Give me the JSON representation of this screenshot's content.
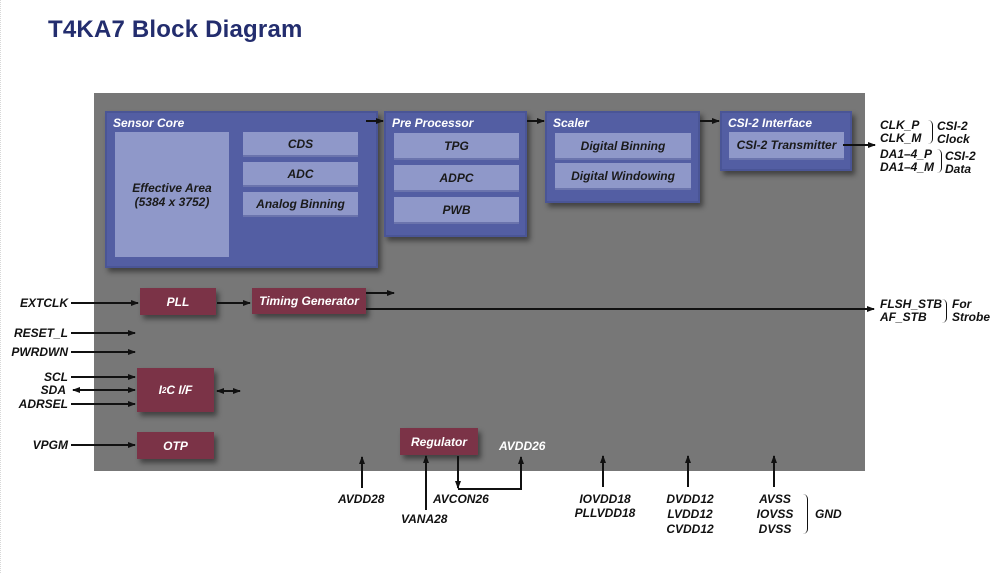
{
  "title": "T4KA7 Block Diagram",
  "blocks": {
    "sensor_core": {
      "title": "Sensor Core",
      "effective_area": "Effective Area\n(5384 x 3752)",
      "effective_area_line1": "Effective Area",
      "effective_area_line2": "(5384 x 3752)",
      "items": [
        "CDS",
        "ADC",
        "Analog Binning"
      ]
    },
    "pre_processor": {
      "title": "Pre Processor",
      "items": [
        "TPG",
        "ADPC",
        "PWB"
      ]
    },
    "scaler": {
      "title": "Scaler",
      "items": [
        "Digital Binning",
        "Digital Windowing"
      ]
    },
    "csi2_interface": {
      "title": "CSI-2 Interface",
      "items": [
        "CSI-2 Transmitter"
      ]
    },
    "pll": "PLL",
    "timing_generator": "Timing Generator",
    "i2c_if": {
      "prefix": "I",
      "sup": "2",
      "suffix": "C I/F"
    },
    "otp": "OTP",
    "regulator": "Regulator"
  },
  "inputs_left": {
    "extclk": "EXTCLK",
    "reset_l": "RESET_L",
    "pwrdwn": "PWRDWN",
    "scl": "SCL",
    "sda": "SDA",
    "adrsel": "ADRSEL",
    "vpgm": "VPGM"
  },
  "outputs_right": {
    "csi2_clock": {
      "signals": [
        "CLK_P",
        "CLK_M"
      ],
      "group": [
        "CSI-2",
        "Clock"
      ]
    },
    "csi2_data": {
      "signals": [
        "DA1–4_P",
        "DA1–4_M"
      ],
      "group": [
        "CSI-2",
        "Data"
      ]
    },
    "strobe": {
      "signals": [
        "FLSH_STB",
        "AF_STB"
      ],
      "group": [
        "For",
        "Strobe"
      ]
    }
  },
  "power": {
    "avdd28": "AVDD28",
    "vana28": "VANA28",
    "avcon26": "AVCON26",
    "avdd26": "AVDD26",
    "iovdd": [
      "IOVDD18",
      "PLLVDD18"
    ],
    "dvdd": [
      "DVDD12",
      "LVDD12",
      "CVDD12"
    ],
    "gnd": [
      "AVSS",
      "IOVSS",
      "DVSS"
    ],
    "gnd_label": "GND"
  }
}
